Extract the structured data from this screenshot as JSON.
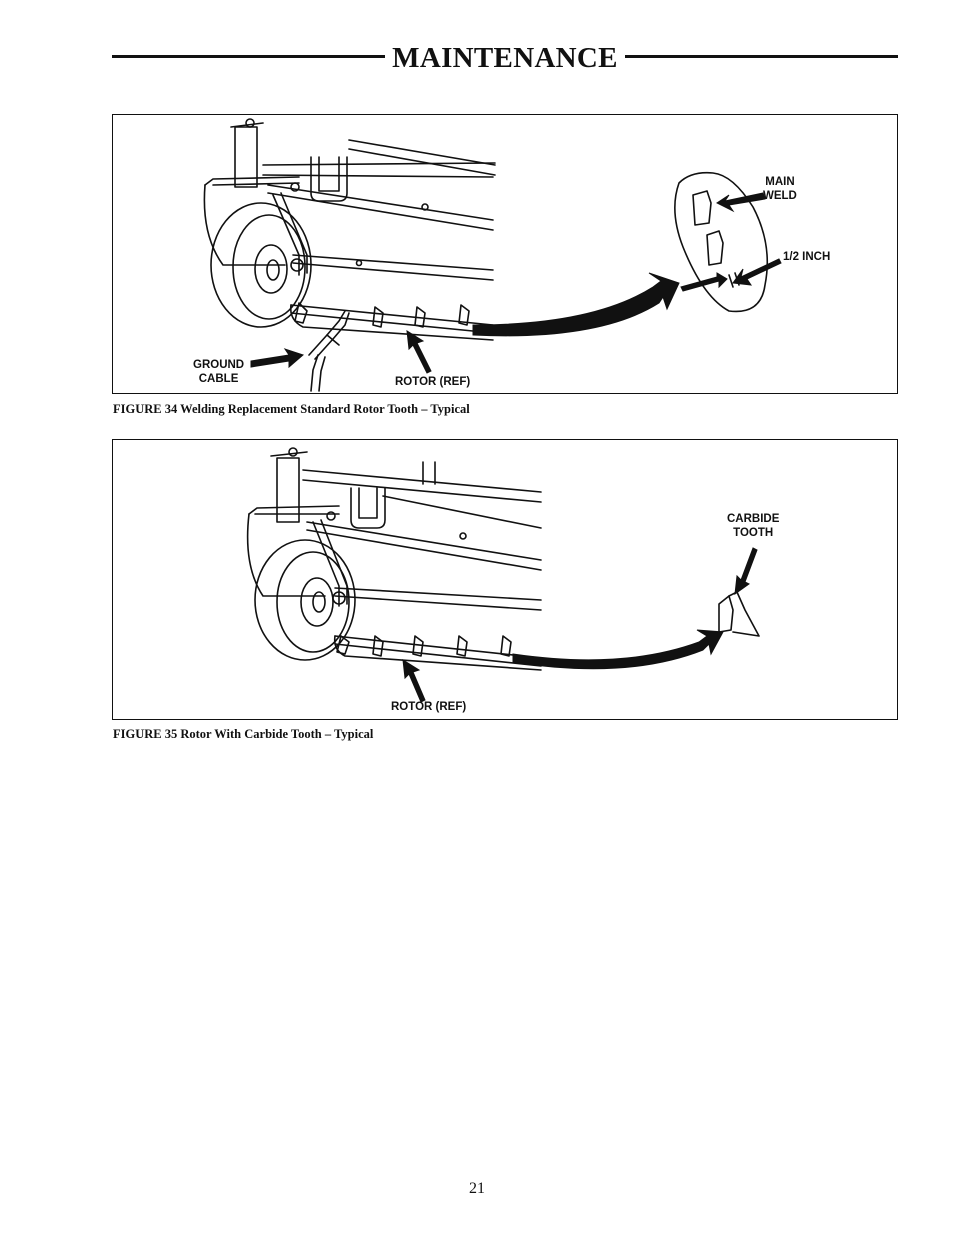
{
  "header": {
    "title": "MAINTENANCE"
  },
  "figure34": {
    "labels": {
      "main_weld_line1": "MAIN",
      "main_weld_line2": "WELD",
      "half_inch": "1/2 INCH",
      "ground_cable_line1": "GROUND",
      "ground_cable_line2": "CABLE",
      "rotor": "ROTOR (REF)"
    },
    "caption": "FIGURE 34 Welding Replacement Standard Rotor Tooth – Typical"
  },
  "figure35": {
    "labels": {
      "carbide_tooth_line1": "CARBIDE",
      "carbide_tooth_line2": "TOOTH",
      "rotor": "ROTOR (REF)"
    },
    "caption": "FIGURE 35 Rotor With Carbide Tooth – Typical"
  },
  "footer": {
    "page_number": "21"
  }
}
